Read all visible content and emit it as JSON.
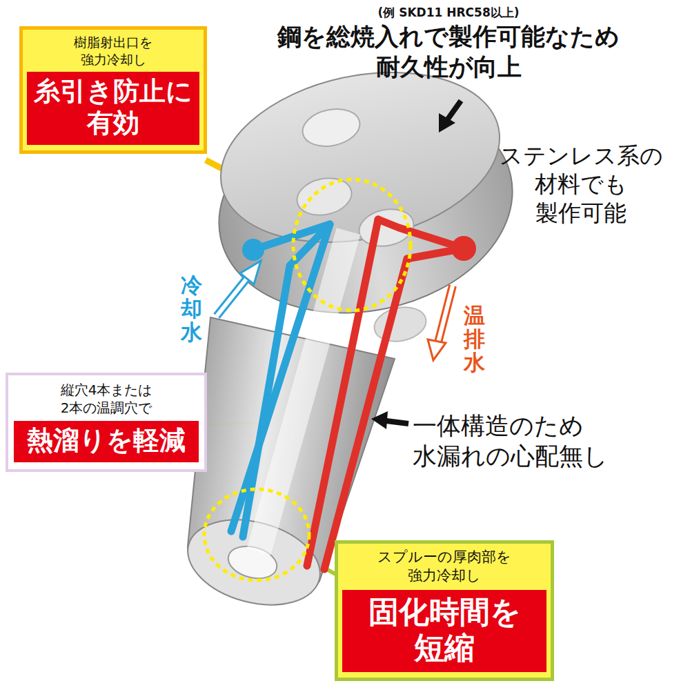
{
  "diagram": {
    "nodes": [
      {
        "text": [
          "樹脂射出口を 強力冷却し"
        ]
      },
      {
        "text": [
          "糸引き防止に 有効"
        ],
        "in": 0
      },
      {
        "text": [
          "縦穴4本または 2本の温調穴で"
        ]
      },
      {
        "text": [
          "熱溜りを軽減"
        ],
        "in": 2
      },
      {
        "text": [
          "スプルーの厚肉部を 強力冷却し"
        ]
      },
      {
        "text": [
          "固化時間を 短縮"
        ],
        "in": 4
      }
    ],
    "labels": [
      "(例 SKD11 HRC58以上)",
      "鋼を総焼入れで製作可能なため 耐久性が向上",
      "ステンレス系の 材料でも 製作可能",
      "冷却水",
      "温排水",
      "一体構造のため 水漏れの心配無し"
    ]
  }
}
